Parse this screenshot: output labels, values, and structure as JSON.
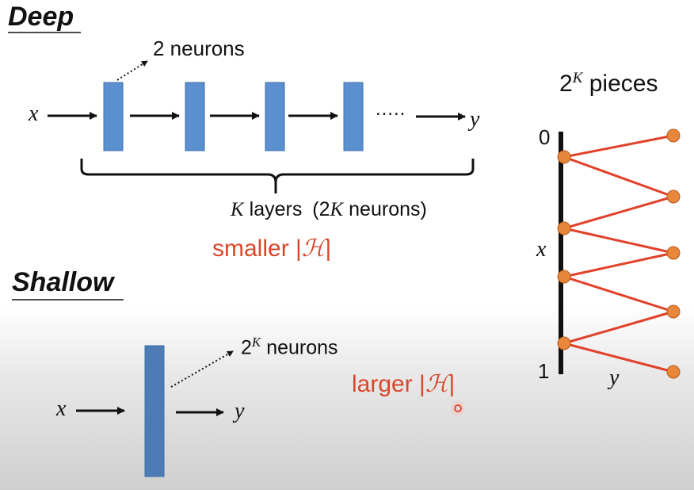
{
  "deep": {
    "heading": "Deep",
    "neurons_label": "2 neurons",
    "x": "x",
    "y": "y",
    "dots": ".....",
    "k_var": "K",
    "layers_text": "layers",
    "neurons_open": "(2",
    "neurons_close": "neurons)",
    "h_prefix": "smaller |",
    "h_symbol": "ℋ",
    "h_suffix": "|"
  },
  "shallow": {
    "heading": "Shallow",
    "x": "x",
    "y": "y",
    "neurons_base": "2",
    "neurons_exp": "K",
    "neurons_text": "neurons",
    "h_prefix": "larger |",
    "h_symbol": "ℋ",
    "h_suffix": "|"
  },
  "zigzag": {
    "pieces_base": "2",
    "pieces_exp": "K",
    "pieces_text": "pieces",
    "top_label": "0",
    "bottom_label": "1",
    "x_label": "x",
    "y_label": "y"
  },
  "colors": {
    "layer_fill": "#5b8fcf",
    "layer_stroke": "#3e6fa8",
    "line_red": "#e2412a",
    "dot_orange": "#e8863a",
    "dot_stroke": "#b85a1a"
  }
}
